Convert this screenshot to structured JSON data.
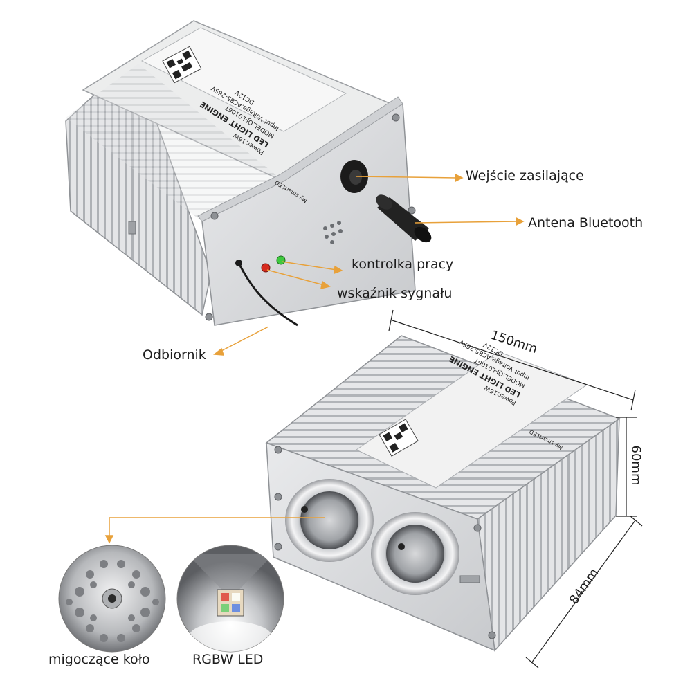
{
  "callouts": {
    "power_input": "Wejście zasilające",
    "bluetooth_antenna": "Antena Bluetooth",
    "work_indicator": "kontrolka pracy",
    "signal_indicator": "wskaźnik sygnału",
    "receiver": "Odbiornik"
  },
  "dimensions": {
    "length": "150mm",
    "height": "60mm",
    "depth": "84mm"
  },
  "insets": {
    "flicker_wheel": "migoczące koło",
    "rgbw_led": "RGBW LED"
  },
  "device_label": {
    "title": "LED LIGHT ENGINE",
    "model": "MODEL:QJ-L0106T",
    "input": "Input Voltage:AC85-265V",
    "dc": "DC12V",
    "power": "Power:16W",
    "app": "My smartLED"
  },
  "colors": {
    "callout_line": "#e8a13a",
    "aluminum": "#d9dadc",
    "led_green": "#3ec93e",
    "led_red": "#d62a1e"
  }
}
